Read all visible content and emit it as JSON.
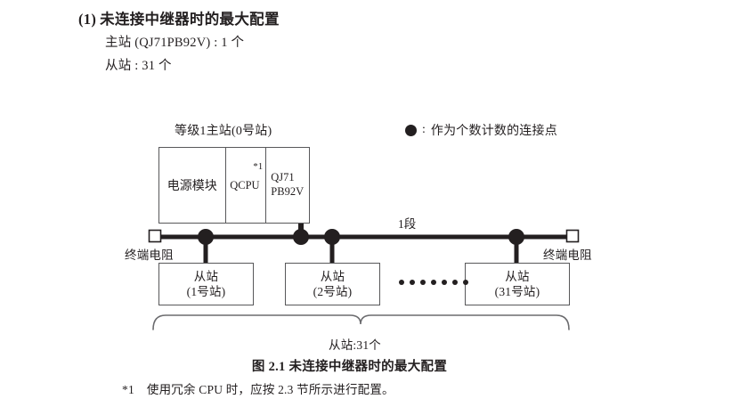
{
  "heading": {
    "number": "(1)",
    "title": "未连接中继器时的最大配置",
    "line1": "主站 (QJ71PB92V) : 1 个",
    "line2": "从站 : 31 个"
  },
  "legend": {
    "marker_icon": "filled-circle-icon",
    "separator": ":",
    "text": "作为个数计数的连接点"
  },
  "diagram": {
    "master": {
      "title": "等级1主站(0号站)",
      "cells": {
        "power": "电源模块",
        "cpu": "QCPU",
        "cpu_footnote_mark": "*1",
        "network_line1": "QJ71",
        "network_line2": "PB92V"
      }
    },
    "bus": {
      "segment_label": "1段",
      "terminator_left": "终端电阻",
      "terminator_right": "终端电阻",
      "terminator_icon": "open-square-icon",
      "node_icon": "filled-circle-icon"
    },
    "slaves": [
      {
        "name": "从站",
        "station": "(1号站)"
      },
      {
        "name": "从站",
        "station": "(2号站)"
      },
      {
        "name": "从站",
        "station": "(31号站)"
      }
    ],
    "ellipsis_dot_count": 7,
    "brace_label": "从站:31个"
  },
  "figure_caption": "图 2.1  未连接中继器时的最大配置",
  "footnote": {
    "mark": "*1",
    "text": "使用冗余 CPU 时，应按 2.3 节所示进行配置。"
  },
  "colors": {
    "ink": "#231f20",
    "box_stroke": "#58585a",
    "bus": "#231f20",
    "brace": "#6b6b6e",
    "background": "#ffffff"
  }
}
